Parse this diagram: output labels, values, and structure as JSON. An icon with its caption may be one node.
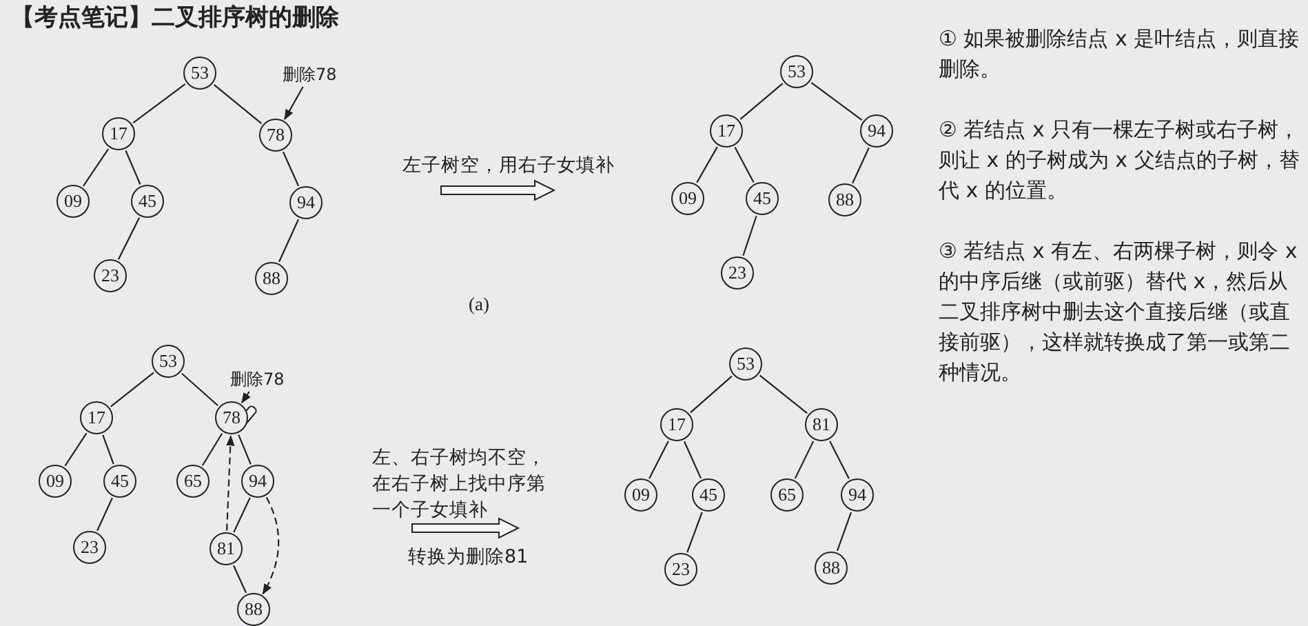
{
  "diagram": {
    "title": "【考点笔记】二叉排序树的删除",
    "nodes": [
      {
        "text": [
          "53"
        ]
      },
      {
        "text": [
          "17"
        ]
      },
      {
        "text": [
          "78"
        ]
      },
      {
        "text": [
          "09"
        ]
      },
      {
        "text": [
          "45"
        ]
      },
      {
        "text": [
          "94"
        ]
      },
      {
        "text": [
          "23"
        ]
      },
      {
        "text": [
          "88"
        ]
      },
      {
        "text": [
          "删除78"
        ]
      },
      {
        "text": [
          "53"
        ]
      },
      {
        "text": [
          "17"
        ]
      },
      {
        "text": [
          "94"
        ]
      },
      {
        "text": [
          "09"
        ]
      },
      {
        "text": [
          "45"
        ]
      },
      {
        "text": [
          "88"
        ]
      },
      {
        "text": [
          "23"
        ]
      },
      {
        "text": [
          "53"
        ]
      },
      {
        "text": [
          "17"
        ]
      },
      {
        "text": [
          "78"
        ]
      },
      {
        "text": [
          "09"
        ]
      },
      {
        "text": [
          "45"
        ]
      },
      {
        "text": [
          "65"
        ]
      },
      {
        "text": [
          "94"
        ]
      },
      {
        "text": [
          "23"
        ]
      },
      {
        "text": [
          "81"
        ]
      },
      {
        "text": [
          "88"
        ]
      },
      {
        "text": [
          "删除78"
        ]
      },
      {
        "text": [
          "53"
        ]
      },
      {
        "text": [
          "17"
        ]
      },
      {
        "text": [
          "81"
        ]
      },
      {
        "text": [
          "09"
        ]
      },
      {
        "text": [
          "45"
        ]
      },
      {
        "text": [
          "65"
        ]
      },
      {
        "text": [
          "94"
        ]
      },
      {
        "text": [
          "23"
        ]
      },
      {
        "text": [
          "88"
        ]
      }
    ],
    "edges": [
      {
        "from": 0,
        "to": 1,
        "arrow": "none"
      },
      {
        "from": 0,
        "to": 2,
        "arrow": "none"
      },
      {
        "from": 1,
        "to": 3,
        "arrow": "none"
      },
      {
        "from": 1,
        "to": 4,
        "arrow": "none"
      },
      {
        "from": 4,
        "to": 6,
        "arrow": "none"
      },
      {
        "from": 2,
        "to": 5,
        "arrow": "none"
      },
      {
        "from": 5,
        "to": 7,
        "arrow": "none"
      },
      {
        "from": 8,
        "to": 2,
        "arrow": "to"
      },
      {
        "from": 9,
        "to": 10,
        "arrow": "none"
      },
      {
        "from": 9,
        "to": 11,
        "arrow": "none"
      },
      {
        "from": 10,
        "to": 12,
        "arrow": "none"
      },
      {
        "from": 10,
        "to": 13,
        "arrow": "none"
      },
      {
        "from": 13,
        "to": 15,
        "arrow": "none"
      },
      {
        "from": 11,
        "to": 14,
        "arrow": "none"
      },
      {
        "from": 16,
        "to": 17,
        "arrow": "none"
      },
      {
        "from": 16,
        "to": 18,
        "arrow": "none"
      },
      {
        "from": 17,
        "to": 19,
        "arrow": "none"
      },
      {
        "from": 17,
        "to": 20,
        "arrow": "none"
      },
      {
        "from": 20,
        "to": 23,
        "arrow": "none"
      },
      {
        "from": 18,
        "to": 21,
        "arrow": "none"
      },
      {
        "from": 18,
        "to": 22,
        "arrow": "none"
      },
      {
        "from": 22,
        "to": 24,
        "arrow": "none"
      },
      {
        "from": 24,
        "to": 25,
        "arrow": "none"
      },
      {
        "from": 26,
        "to": 18,
        "arrow": "to"
      },
      {
        "from": 24,
        "to": 18,
        "arrow": "to",
        "style": "dashed"
      },
      {
        "from": 22,
        "to": 25,
        "arrow": "to",
        "style": "dashed"
      },
      {
        "from": 27,
        "to": 28,
        "arrow": "none"
      },
      {
        "from": 27,
        "to": 29,
        "arrow": "none"
      },
      {
        "from": 28,
        "to": 30,
        "arrow": "none"
      },
      {
        "from": 28,
        "to": 31,
        "arrow": "none"
      },
      {
        "from": 31,
        "to": 34,
        "arrow": "none"
      },
      {
        "from": 29,
        "to": 32,
        "arrow": "none"
      },
      {
        "from": 29,
        "to": 33,
        "arrow": "none"
      },
      {
        "from": 33,
        "to": 35,
        "arrow": "none"
      }
    ],
    "labels": [
      "左子树空，用右子女填补",
      "(a)",
      "左、右子树均不空，在右子树上找中序第一个子女填补",
      "转换为删除81",
      "① 如果被删除结点 x 是叶结点，则直接删除。",
      "② 若结点 x 只有一棵左子树或右子树，则让 x 的子树成为 x 父结点的子树，替代 x 的位置。",
      "③ 若结点 x 有左、右两棵子树，则令 x 的中序后继（或前驱）替代 x，然后从二叉排序树中删去这个直接后继（或直接前驱），这样就转换成了第一或第二种情况。"
    ]
  }
}
